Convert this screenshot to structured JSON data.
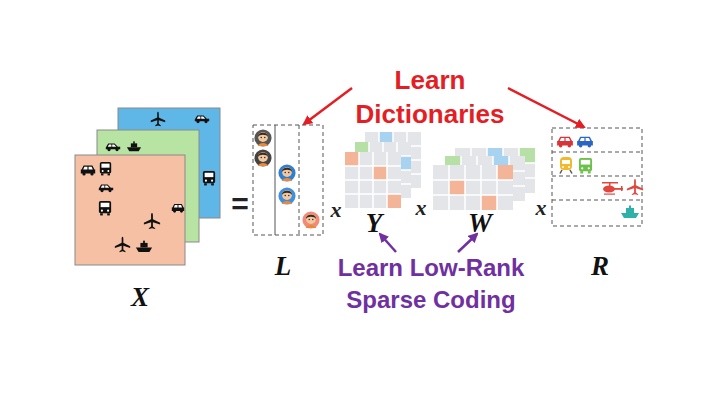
{
  "diagram": {
    "nodes": [
      {
        "text": [
          "X"
        ]
      },
      {
        "text": [
          "L"
        ]
      },
      {
        "text": [
          "Y"
        ]
      },
      {
        "text": [
          "W"
        ]
      },
      {
        "text": [
          "R"
        ]
      }
    ],
    "labels": [
      "Learn Dictionaries",
      "=",
      "x",
      "x",
      "x",
      "Learn Low-Rank Sparse Coding"
    ]
  }
}
